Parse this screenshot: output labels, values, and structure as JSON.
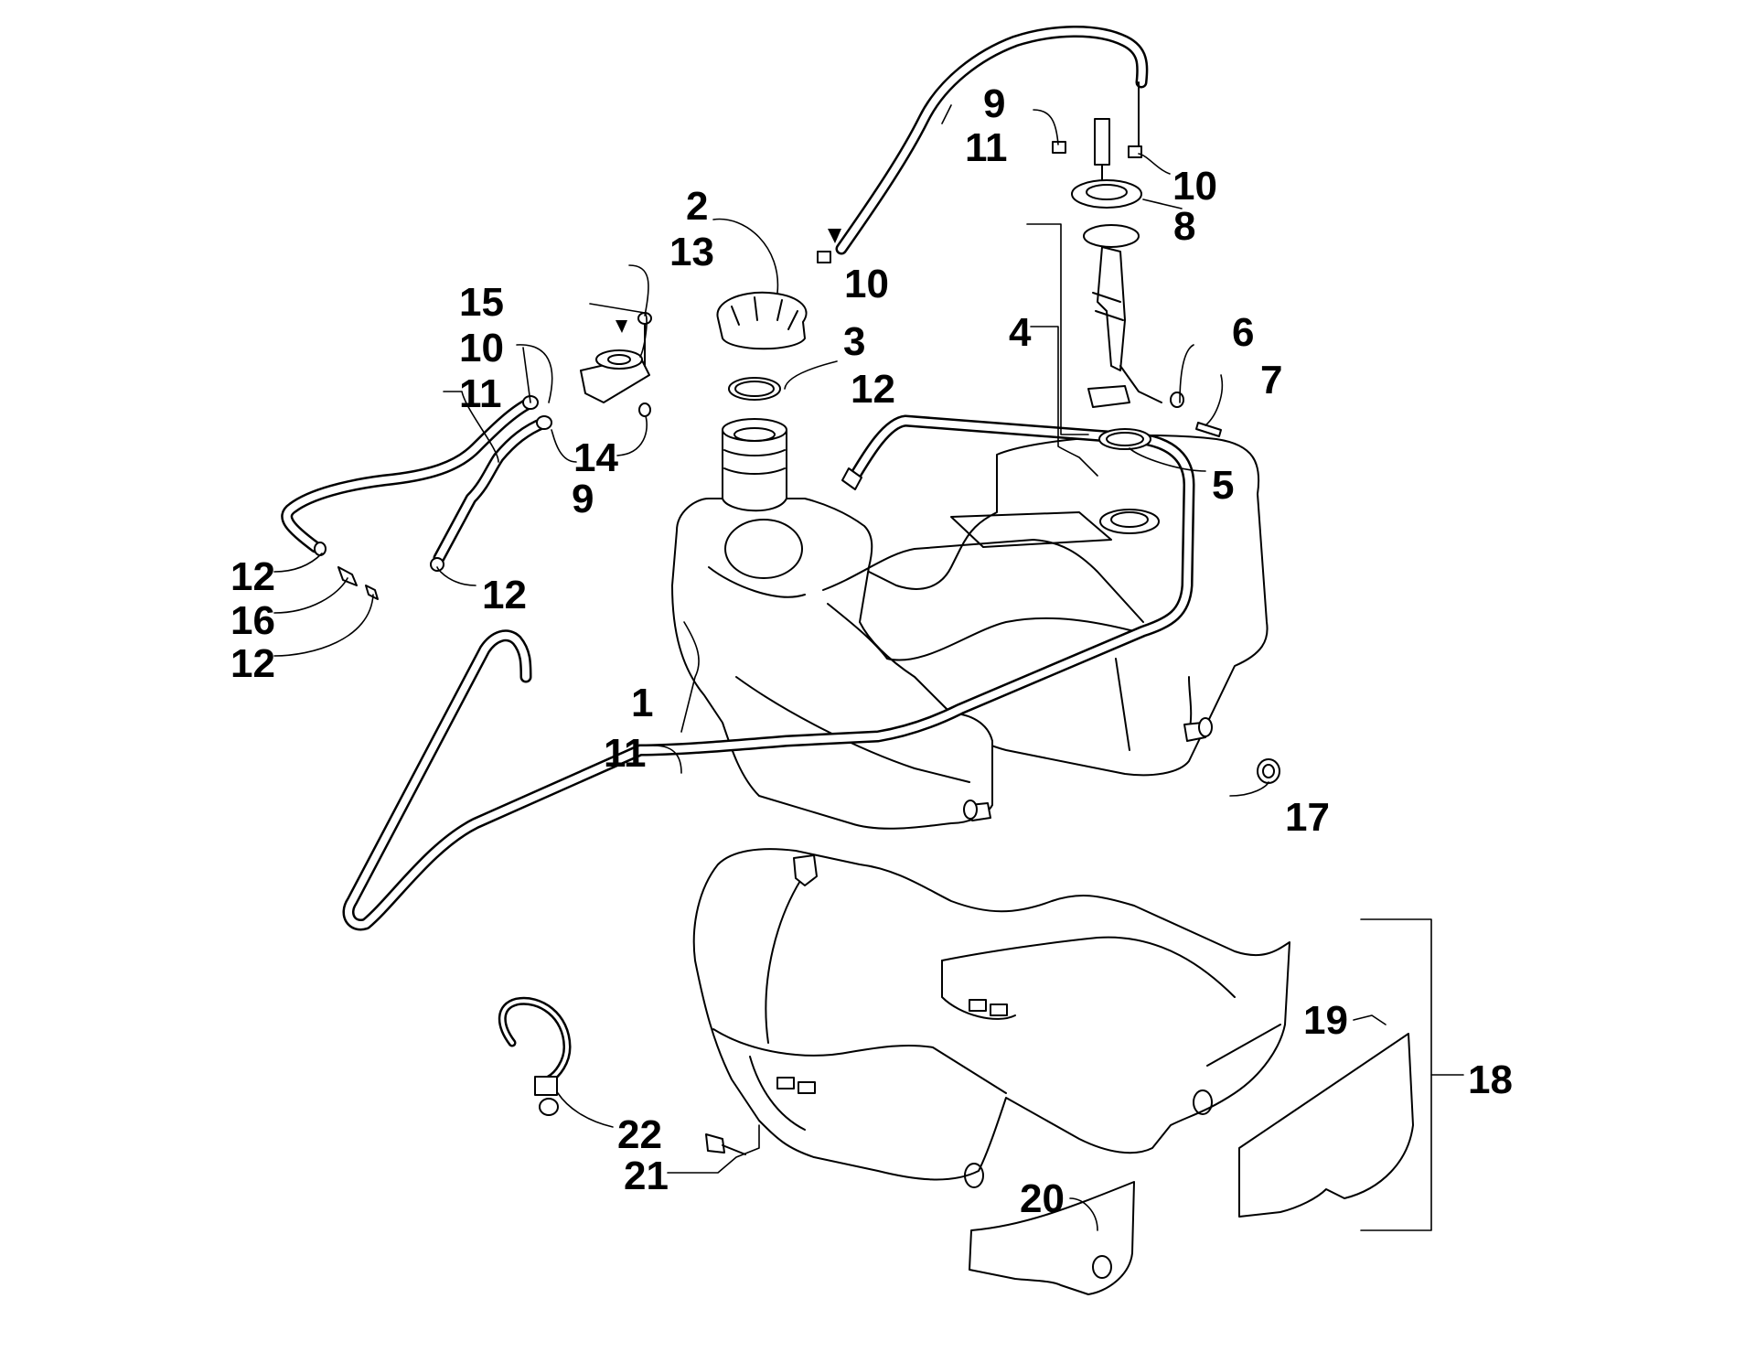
{
  "callouts": {
    "c1": "1",
    "c2": "2",
    "c3": "3",
    "c4": "4",
    "c5": "5",
    "c6": "6",
    "c7": "7",
    "c8": "8",
    "c9a": "9",
    "c9b": "9",
    "c10a": "10",
    "c10b": "10",
    "c10c": "10",
    "c11a": "11",
    "c11b": "11",
    "c11c": "11",
    "c12a": "12",
    "c12b": "12",
    "c12c": "12",
    "c12d": "12",
    "c13": "13",
    "c14": "14",
    "c15": "15",
    "c16": "16",
    "c17": "17",
    "c18": "18",
    "c19": "19",
    "c20": "20",
    "c21": "21",
    "c22": "22"
  }
}
